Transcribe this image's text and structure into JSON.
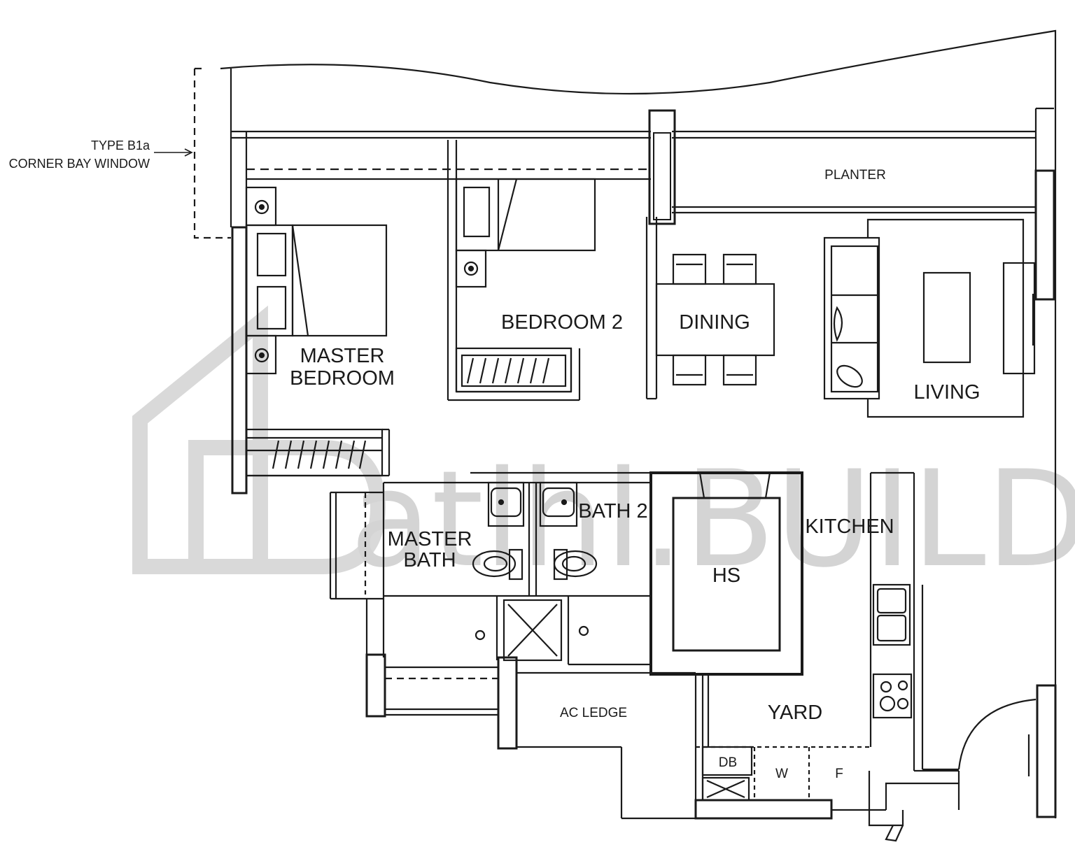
{
  "note": {
    "line1": "TYPE B1a",
    "line2": "CORNER BAY WINDOW"
  },
  "rooms": {
    "planter": "PLANTER",
    "bedroom2": "BEDROOM 2",
    "dining": "DINING",
    "master_line1": "MASTER",
    "master_line2": "BEDROOM",
    "living": "LIVING",
    "bath2": "BATH 2",
    "kitchen": "KITCHEN",
    "master_bath_line1": "MASTER",
    "master_bath_line2": "BATH",
    "hs": "HS",
    "ac_ledge": "AC LEDGE",
    "yard": "YARD",
    "db": "DB",
    "w": "W",
    "f": "F"
  },
  "watermark": "atlhl.BUILD"
}
